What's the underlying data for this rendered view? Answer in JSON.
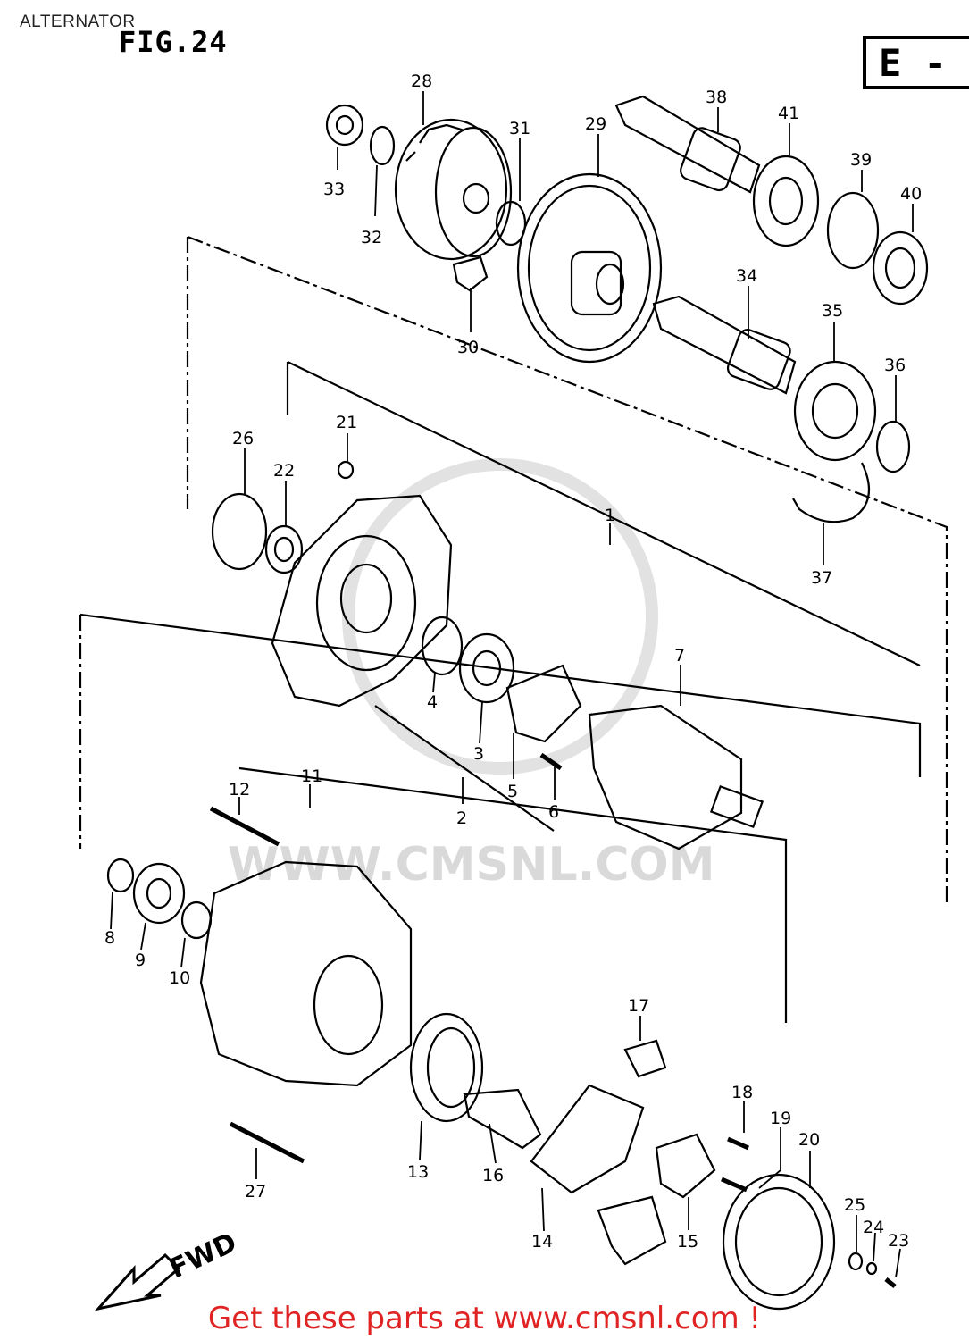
{
  "header": {
    "page_title": "ALTERNATOR",
    "figure_label": "FIG.24",
    "region_code": "E -"
  },
  "watermark": {
    "text": "WWW.CMSNL.COM"
  },
  "direction_label": "FWD",
  "callouts": {
    "p1": "1",
    "p2": "2",
    "p3": "3",
    "p4": "4",
    "p5": "5",
    "p6": "6",
    "p7": "7",
    "p8": "8",
    "p9": "9",
    "p10": "10",
    "p11": "11",
    "p12": "12",
    "p13": "13",
    "p14": "14",
    "p15": "15",
    "p16": "16",
    "p17": "17",
    "p18": "18",
    "p19": "19",
    "p20": "20",
    "p21": "21",
    "p22": "22",
    "p23": "23",
    "p24": "24",
    "p25": "25",
    "p26": "26",
    "p27": "27",
    "p28": "28",
    "p29": "29",
    "p30": "30",
    "p31": "31",
    "p32": "32",
    "p33": "33",
    "p34": "34",
    "p35": "35",
    "p36": "36",
    "p37": "37",
    "p38": "38",
    "p39": "39",
    "p40": "40",
    "p41": "41"
  },
  "footer": {
    "cta_text": "Get these parts at www.cmsnl.com !",
    "color": "#e02424"
  }
}
